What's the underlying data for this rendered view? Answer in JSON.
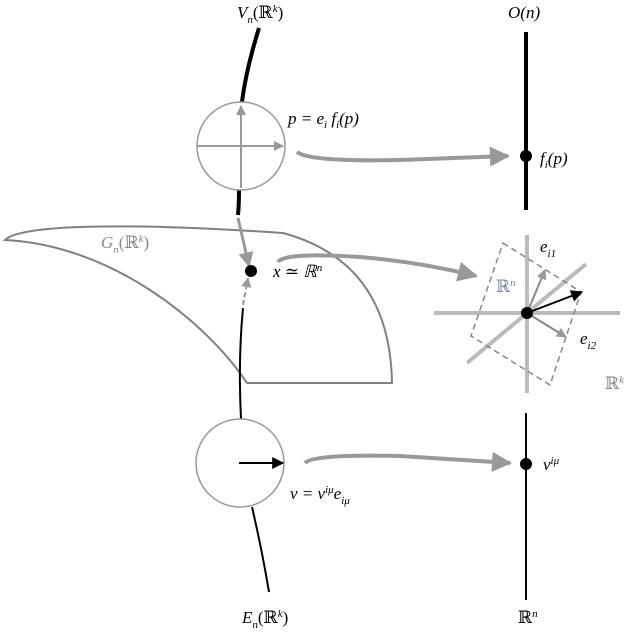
{
  "colors": {
    "ink": "#000000",
    "arrow": "#999999",
    "axis": "#bbbbbb",
    "region": "#808080"
  },
  "labels": {
    "stiefel": {
      "main": "V",
      "sub": "n",
      "open": "(ℝ",
      "sup": "k",
      "close": ")"
    },
    "orthogonal": {
      "text": "O(n)"
    },
    "p_eq": {
      "p": "p = e",
      "i1": "i",
      "f": " f",
      "i2": "i",
      "rest": "(p)"
    },
    "fi_p": {
      "f": "f",
      "i": "i",
      "rest": "(p)"
    },
    "grassmann": {
      "main": "G",
      "sub": "n",
      "open": "(ℝ",
      "sup": "k",
      "close": ")"
    },
    "x_iso": {
      "x": "x ≃ ℝ",
      "sup": "n"
    },
    "rn_plane": {
      "main": "ℝ",
      "sup": "n"
    },
    "e_i1": {
      "e": "e",
      "sub": "i1"
    },
    "e_i2": {
      "e": "e",
      "sub": "i2"
    },
    "rk_space": {
      "main": "ℝ",
      "sup": "k"
    },
    "v_eq": {
      "v": "v = v",
      "sup": "iμ",
      "e": "e",
      "sub": "iμ"
    },
    "v_imu": {
      "v": "v",
      "sup": "iμ"
    },
    "rn_bottom": {
      "main": "ℝ",
      "sup": "n"
    },
    "vector_bundle": {
      "main": "E",
      "sub": "n",
      "open": "(ℝ",
      "sup": "k",
      "close": ")"
    }
  }
}
